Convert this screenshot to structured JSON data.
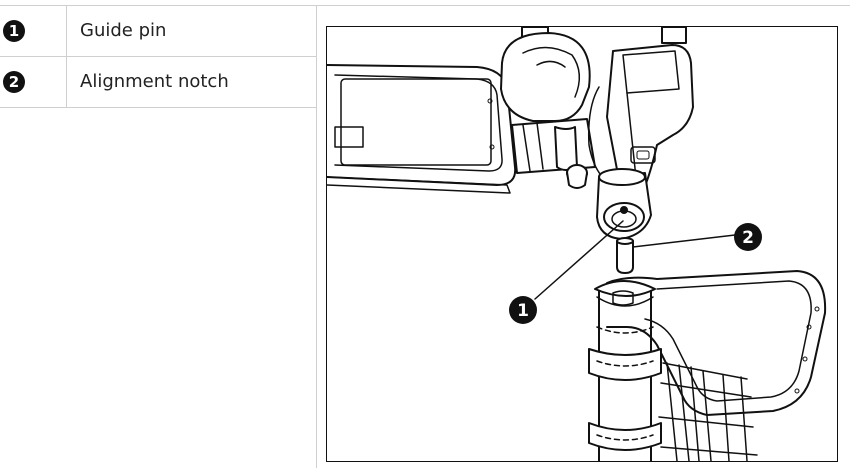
{
  "legend": {
    "items": [
      {
        "number": "1",
        "label": "Guide pin"
      },
      {
        "number": "2",
        "label": "Alignment notch"
      }
    ]
  },
  "figure": {
    "callouts": [
      {
        "number": "1",
        "target": "guide pin"
      },
      {
        "number": "2",
        "target": "alignment notch"
      }
    ]
  }
}
